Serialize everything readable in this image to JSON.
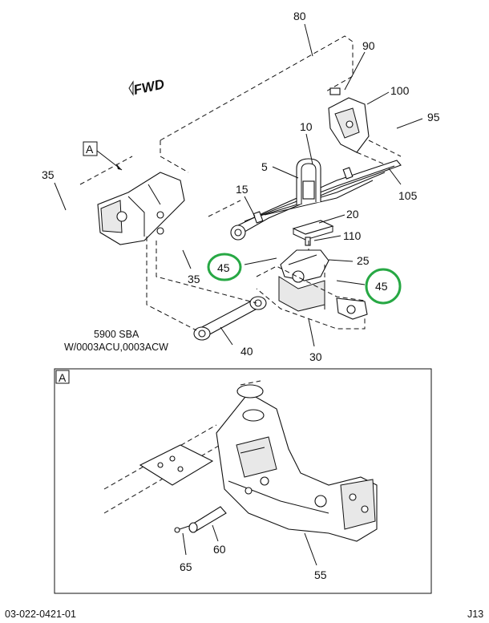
{
  "direction_label": "FWD",
  "view_marker": "A",
  "detail_marker": "A",
  "callouts": {
    "c80": "80",
    "c90": "90",
    "c100": "100",
    "c95": "95",
    "c10": "10",
    "c5": "5",
    "c35a": "35",
    "c15": "15",
    "c105": "105",
    "c20": "20",
    "c110": "110",
    "c35b": "35",
    "c45a": "45",
    "c25": "25",
    "c45b": "45",
    "c40": "40",
    "c30": "30",
    "c65": "65",
    "c60": "60",
    "c55": "55"
  },
  "application_note": {
    "line1": "5900 SBA",
    "line2": "W/0003ACU,0003ACW"
  },
  "footer": {
    "doc_number": "03-022-0421-01",
    "page_code": "J13"
  },
  "highlight_color": "#27a844"
}
